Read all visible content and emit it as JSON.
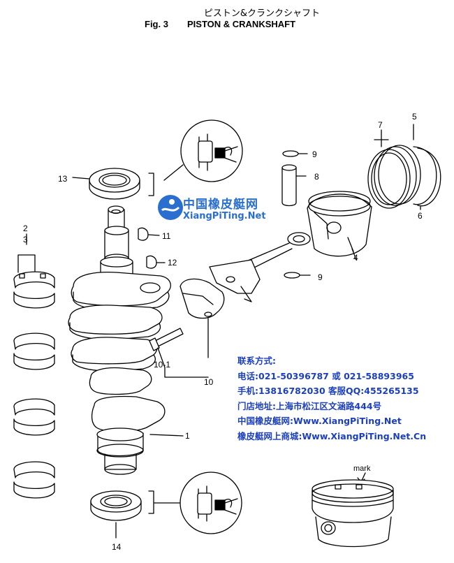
{
  "header": {
    "title_jp": "ピストン&クランクシャフト",
    "fig_label": "Fig. 3",
    "title_en": "PISTON & CRANKSHAFT"
  },
  "callouts": {
    "c1": "1",
    "c2": "2",
    "c3": "3",
    "c4": "4",
    "c5": "5",
    "c6": "6",
    "c7": "7",
    "c8": "8",
    "c9a": "9",
    "c9b": "9",
    "c10": "10",
    "c10_1": "10-1",
    "c11": "11",
    "c12": "12",
    "c13": "13",
    "c14": "14",
    "mark": "mark"
  },
  "watermark": {
    "name_cn": "中国橡皮艇网",
    "url": "XiangPiTing.Net"
  },
  "contact": {
    "line1": "联系方式:",
    "line2": "电话:021-50396787 或 021-58893965",
    "line3": "手机:13816782030 客服QQ:455265135",
    "line4": "门店地址:上海市松江区文涵路444号",
    "line5": "中国橡皮艇网:Www.XiangPiTing.Net",
    "line6": "橡皮艇网上商城:Www.XiangPiTing.Net.Cn"
  },
  "colors": {
    "line": "#000000",
    "contact_text": "#1b3fbf",
    "watermark": "#2a6fd0"
  }
}
